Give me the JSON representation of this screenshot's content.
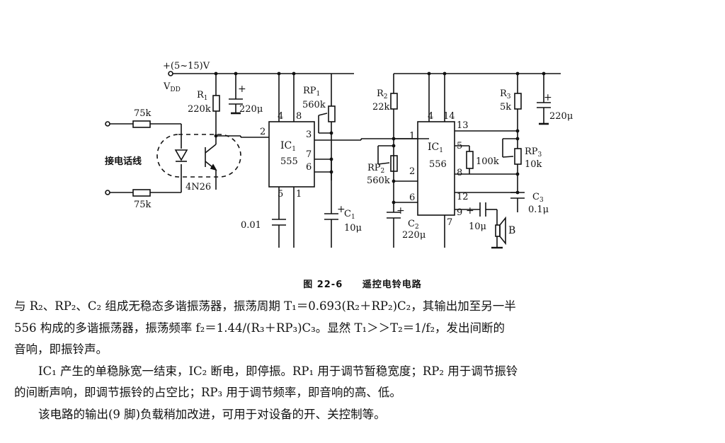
{
  "figure": {
    "supply": "+(5~15)V",
    "vdd": "V",
    "vdd_sub": "DD",
    "r1": "R",
    "r1_sub": "1",
    "r1_val": "220k",
    "cap_supply_val": "220μ",
    "res_top_val": "75k",
    "res_bottom_val": "75k",
    "phone_line_label": "接电话线",
    "optocoupler": "4N26",
    "ic1_left": "IC",
    "ic1_left_sub": "1",
    "ic1_left_type": "555",
    "pin_4": "4",
    "pin_8": "8",
    "pin_2": "2",
    "pin_3": "3",
    "pin_7": "7",
    "pin_6": "6",
    "pin_5": "5",
    "pin_1": "1",
    "rp1": "RP",
    "rp1_sub": "1",
    "rp1_val": "560k",
    "c_001": "0.01",
    "c1": "C",
    "c1_sub": "1",
    "c1_val": "10μ",
    "r2": "R",
    "r2_sub": "2",
    "r2_val": "22k",
    "rp2": "RP",
    "rp2_sub": "2",
    "rp2_val": "560k",
    "c2": "C",
    "c2_sub": "2",
    "c2_val": "220μ",
    "ic1_right": "IC",
    "ic1_right_sub": "1",
    "ic1_right_type": "556",
    "p556_4": "4",
    "p556_14": "14",
    "p556_13": "13",
    "p556_1": "1",
    "p556_5": "5",
    "p556_2": "2",
    "p556_8": "8",
    "p556_6": "6",
    "p556_12": "12",
    "p556_9": "9",
    "p556_7": "7",
    "r3": "R",
    "r3_sub": "3",
    "r3_val": "5k",
    "cap_right_val": "220μ",
    "res100k": "100k",
    "rp3": "RP",
    "rp3_sub": "3",
    "rp3_val": "10k",
    "c3": "C",
    "c3_sub": "3",
    "c3_val": "0.1μ",
    "c_out_val": "10μ",
    "speaker": "B",
    "plus": "+"
  },
  "caption": {
    "number": "图 22-6",
    "title": "遥控电铃电路"
  },
  "body": {
    "p1a": "与 R₂、RP₂、C₂ 组成无稳态多谐振荡器，振荡周期 T₁＝0.693(R₂＋RP₂)C₂，其输出加至另一半",
    "p1b": "556 构成的多谐振荡器，振荡频率 f₂＝1.44/(R₃＋RP₃)C₃。显然 T₁＞＞T₂＝1/f₂，发出间断的",
    "p1c": "音响，即振铃声。",
    "p2a": "IC₁ 产生的单稳脉宽一结束，IC₂ 断电，即停振。RP₁ 用于调节暂稳宽度；RP₂ 用于调节振铃",
    "p2b": "的间断声响，即调节振铃的占空比；RP₃ 用于调节频率，即音响的高、低。",
    "p3": "该电路的输出(9 脚)负载稍加改进，可用于对设备的开、关控制等。"
  }
}
